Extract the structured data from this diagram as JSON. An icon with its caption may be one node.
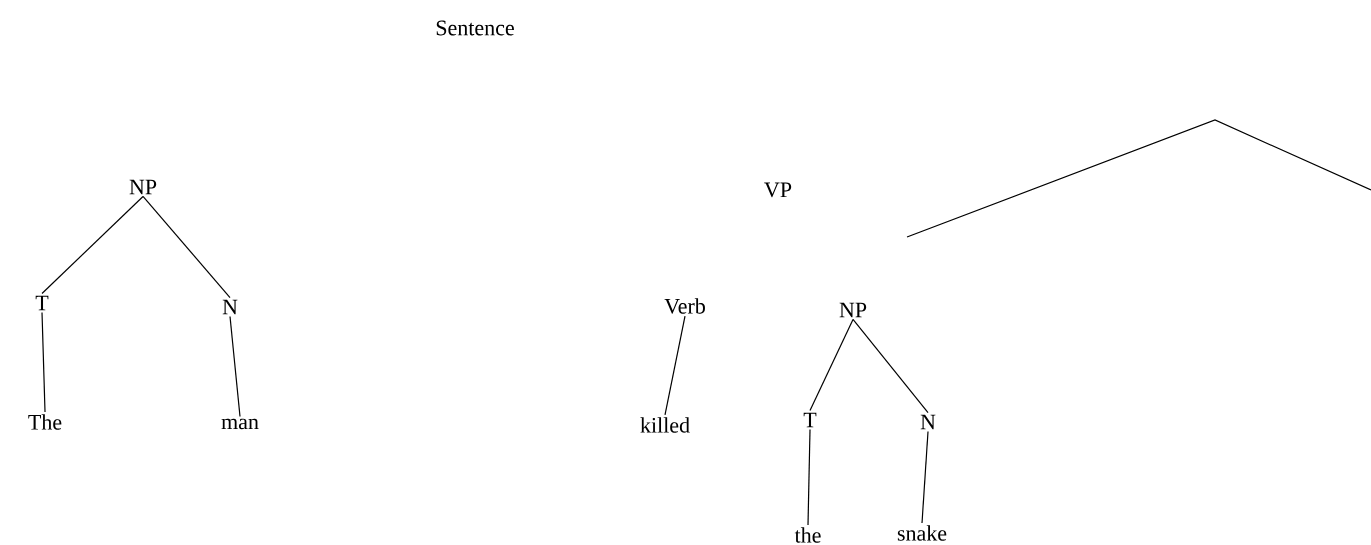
{
  "diagram": {
    "nodes": [
      {
        "text": [
          "Sentence"
        ]
      },
      {
        "text": [
          "NP"
        ]
      },
      {
        "text": [
          "VP"
        ]
      },
      {
        "text": [
          "T"
        ]
      },
      {
        "text": [
          "N"
        ]
      },
      {
        "text": [
          "Verb"
        ]
      },
      {
        "text": [
          "NP"
        ]
      },
      {
        "text": [
          "The"
        ]
      },
      {
        "text": [
          "man"
        ]
      },
      {
        "text": [
          "killed"
        ]
      },
      {
        "text": [
          "T"
        ]
      },
      {
        "text": [
          "N"
        ]
      },
      {
        "text": [
          "the"
        ]
      },
      {
        "text": [
          "snake"
        ]
      }
    ],
    "edges": [
      {
        "from": 1,
        "to": 3,
        "arrow": "none"
      },
      {
        "from": 1,
        "to": 4,
        "arrow": "none"
      },
      {
        "from": 3,
        "to": 7,
        "arrow": "none"
      },
      {
        "from": 4,
        "to": 8,
        "arrow": "none"
      },
      {
        "from": 5,
        "to": 9,
        "arrow": "none"
      },
      {
        "from": 6,
        "to": 10,
        "arrow": "none"
      },
      {
        "from": 6,
        "to": 11,
        "arrow": "none"
      },
      {
        "from": 10,
        "to": 12,
        "arrow": "none"
      },
      {
        "from": 11,
        "to": 13,
        "arrow": "none"
      }
    ]
  }
}
